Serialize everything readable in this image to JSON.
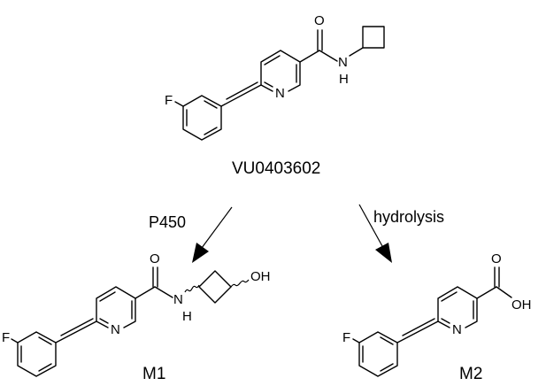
{
  "parent": {
    "name": "VU0403602",
    "atoms": {
      "fluorine": "F",
      "ring_nitrogen": "N",
      "carbonyl_oxygen": "O",
      "amide_nitrogen": "N",
      "amide_hydrogen": "H"
    }
  },
  "reactions": [
    {
      "reagent": "P450"
    },
    {
      "reagent": "hydrolysis"
    }
  ],
  "metabolite_1": {
    "name": "M1",
    "atoms": {
      "fluorine": "F",
      "ring_nitrogen": "N",
      "carbonyl_oxygen": "O",
      "amide_nitrogen": "N",
      "amide_hydrogen": "H",
      "hydroxyl": "OH"
    }
  },
  "metabolite_2": {
    "name": "M2",
    "atoms": {
      "fluorine": "F",
      "ring_nitrogen": "N",
      "carbonyl_oxygen": "O",
      "hydroxyl": "OH"
    }
  }
}
